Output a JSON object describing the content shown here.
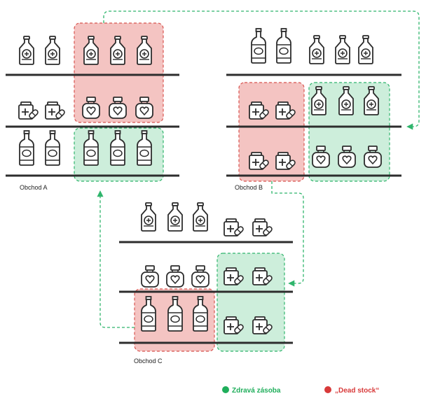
{
  "stores": [
    {
      "label": "Obchod A"
    },
    {
      "label": "Obchod B"
    },
    {
      "label": "Obchod C"
    }
  ],
  "legend": {
    "healthy": {
      "label": "Zdravá zásoba",
      "color": "#1fae5b"
    },
    "dead": {
      "label": "„Dead stock“",
      "color": "#d83a3a"
    }
  },
  "colors": {
    "outline": "#2d2d2d",
    "shelf": "#2d2d2d",
    "dead_fill": "#f4c4c2",
    "dead_stroke": "#d8534f",
    "healthy_fill": "#cdeedb",
    "healthy_stroke": "#2fb56c",
    "arrow": "#2fb56c"
  },
  "icons": {
    "ketchup": "ketchup-bottle-icon",
    "whiskey": "whiskey-bottle-icon",
    "medicine": "medicine-jar-icon",
    "honey": "heart-jar-icon"
  }
}
